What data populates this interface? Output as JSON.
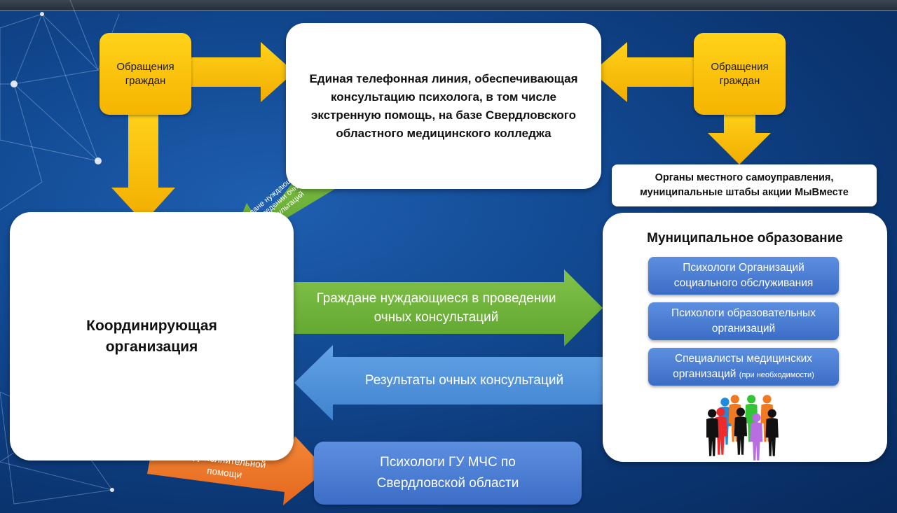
{
  "citizens_left": "Обращения граждан",
  "citizens_right": "Обращения граждан",
  "hotline": "Единая телефонная линия, обеспечивающая консультацию психолога, в том числе экстренную помощь, на базе Свердловского областного медицинского колледжа",
  "local_gov": "Органы местного самоуправления, муниципальные штабы акции МыВместе",
  "coordinator": "Координирующая организация",
  "municipality": {
    "title": "Муниципальное образование",
    "items": [
      {
        "label": "Психологи Организаций социального обслуживания",
        "note": ""
      },
      {
        "label": "Психологи образовательных организаций",
        "note": ""
      },
      {
        "label": "Специалисты медицинских организаций",
        "note": "(при необходимости)"
      }
    ]
  },
  "arrows": {
    "diagonal_green": "Граждане нуждающиеся в проведении очных консультаций",
    "green": "Граждане нуждающиеся в проведении очных консультаций",
    "blue": "Результаты очных консультаций",
    "orange": "Граждане нуждающиеся в дополнительной помощи"
  },
  "mchs": "Психологи ГУ МЧС по Свердловской области",
  "colors": {
    "gold": "#f5b400",
    "green": "#6fb33a",
    "blue_arrow": "#4f92d8",
    "orange": "#ed7a2a",
    "pill_blue": "#3b6dc6"
  },
  "people_colors": [
    "#1f8be0",
    "#f07a22",
    "#35c435",
    "#f07a22",
    "#ef2a2a",
    "#111111",
    "#b86de0",
    "#111111",
    "#111111"
  ]
}
